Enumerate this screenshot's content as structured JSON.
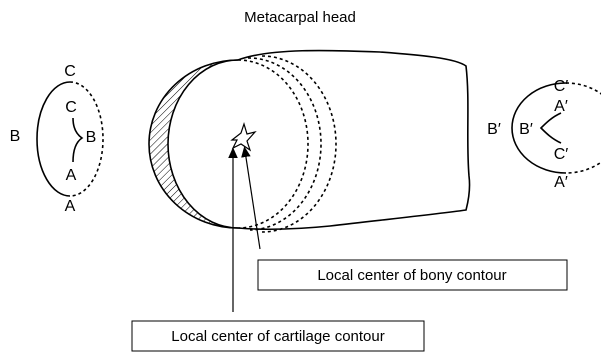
{
  "title": "Metacarpal head",
  "left_glyph": {
    "outer_top": "C",
    "outer_left": "B",
    "outer_bottom": "A",
    "inner_top": "C",
    "inner_right": "B",
    "inner_bottom": "A"
  },
  "right_glyph": {
    "outer_left": "B′",
    "inner_left": "B′",
    "top_c": "C′",
    "top_a": "A′",
    "bottom_c": "C′",
    "bottom_a": "A′"
  },
  "callouts": {
    "bony": "Local center of bony contour",
    "cartilage": "Local center of cartilage contour"
  }
}
